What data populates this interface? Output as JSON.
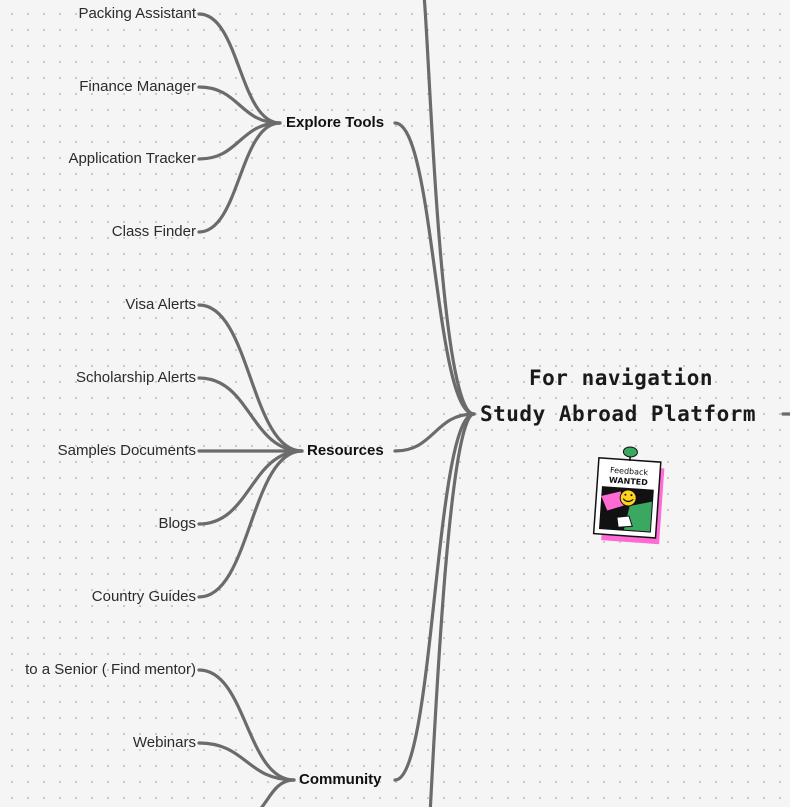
{
  "root": {
    "line1": "For navigation",
    "line2": "Study Abroad Platform"
  },
  "branches": [
    {
      "label": "Explore Tools",
      "children": [
        "Packing Assistant",
        "Finance Manager",
        "Application Tracker",
        "Class Finder"
      ]
    },
    {
      "label": "Resources",
      "children": [
        "Visa Alerts",
        "Scholarship Alerts",
        "Samples Documents",
        "Blogs",
        "Country Guides"
      ]
    },
    {
      "label": "Community",
      "children": [
        "to a Senior ( Find mentor)",
        "Webinars"
      ]
    }
  ],
  "sticker": {
    "line1": "Feedback",
    "line2": "WANTED"
  },
  "colors": {
    "connector": "#6b6b6b",
    "sticker_pink": "#ff6ad5",
    "sticker_green": "#3aa860",
    "sticker_yellow": "#ffd21f"
  }
}
